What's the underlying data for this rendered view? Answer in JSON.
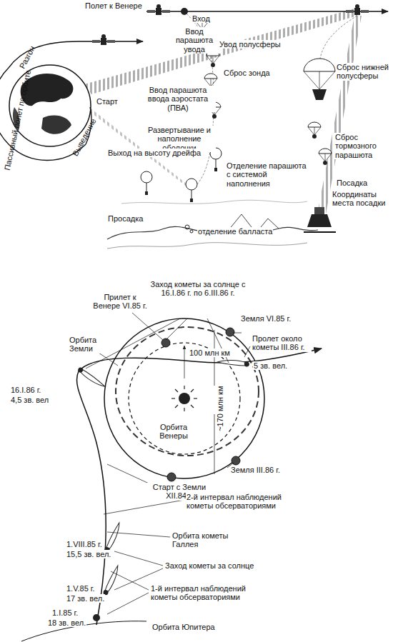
{
  "diagram": {
    "labels": [
      "Полет к Венере",
      "Разгон",
      "Старт",
      "Пассивный полет по орбите",
      "Выведение",
      "Вход",
      "Ввод парашюта увода",
      "Увод полусферы",
      "Сброс зонда",
      "Ввод парашюта ввода аэростата (ПВА)",
      "Развертывание и наполнение оболочки",
      "Отделение парашюта с системой наполнения",
      "Выход на высоту дрейфа",
      "Просадка",
      "отделение балласта",
      "Сброс нижней полусферы",
      "Сброс тормозного парашюта",
      "Посадка",
      "Координаты места посадки",
      "Заход кометы за солнце с 16.I.86 г. по 6.III.86 г.",
      "Прилет к Венере VI.85 г.",
      "Орбита Земли",
      "100 млн км",
      "Земля VI.85 г.",
      "Пролет около кометы III.86 г.",
      "5 зв. вел.",
      "16.I.86 г.",
      "4,5 зв. вел",
      "Орбита Венеры",
      "~170 млн км",
      "Старт с Земли XII.84 г.",
      "Земля III.86 г.",
      "2-й интервал наблюдений кометы обсерваториями",
      "Орбита кометы Галлея",
      "1.VIII.85 г.",
      "15,5 зв. вел.",
      "Заход кометы за солнце",
      "1.V.85 г.",
      "17 зв. вел.",
      "1-й интервал наблюдений кометы обсерваториями",
      "1.I.85 г.",
      "18 зв. вел.",
      "Орбита Юпитера"
    ]
  }
}
